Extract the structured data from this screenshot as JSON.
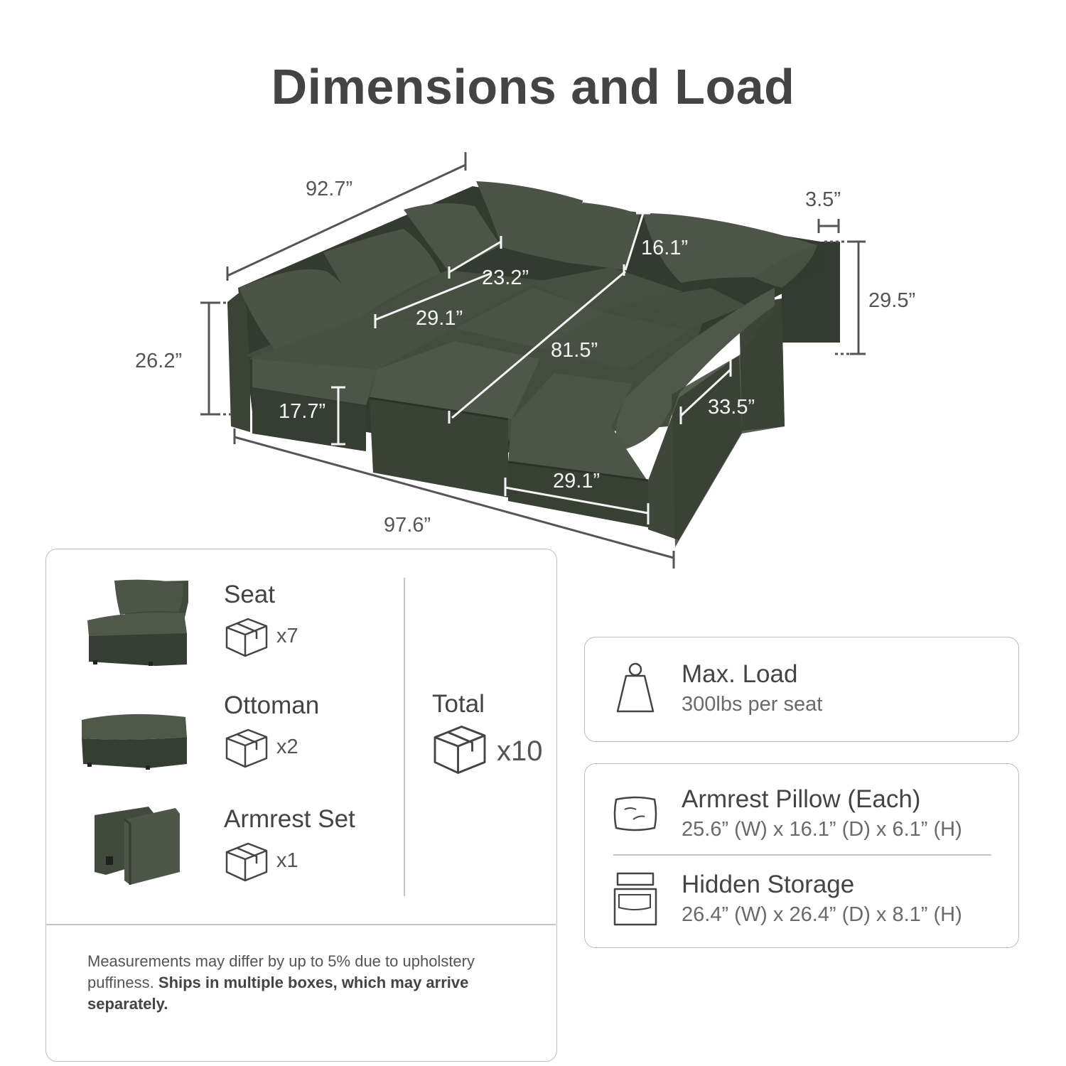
{
  "title": "Dimensions and Load",
  "colors": {
    "sofa": "#3c4438",
    "sofa_dark": "#2f362c",
    "sofa_light": "#4b5446",
    "line": "#555555",
    "panel_border": "#bdbdbd"
  },
  "dimensions": {
    "overall_depth": "92.7”",
    "overall_width": "97.6”",
    "seat_height": "26.2”",
    "back_height": "29.5”",
    "arm_width": "3.5”",
    "back_cushion_height": "16.1”",
    "seat_depth_inner": "23.2”",
    "seat_width_back": "29.1”",
    "diagonal": "81.5”",
    "leg_base_height": "17.7”",
    "arm_depth": "33.5”",
    "seat_width_front": "29.1”"
  },
  "components": [
    {
      "name": "Seat",
      "qty": "x7",
      "thumb": "seat-thumbnail",
      "box_icon": "box-icon"
    },
    {
      "name": "Ottoman",
      "qty": "x2",
      "thumb": "ottoman-thumbnail",
      "box_icon": "box-icon"
    },
    {
      "name": "Armrest Set",
      "qty": "x1",
      "thumb": "armrest-thumbnail",
      "box_icon": "box-icon"
    }
  ],
  "total": {
    "label": "Total",
    "qty": "x10",
    "icon": "box-icon"
  },
  "footnote": {
    "normal": "Measurements may differ by up to 5% due to upholstery puffiness. ",
    "bold": "Ships in multiple boxes, which may arrive separately."
  },
  "load": {
    "title": "Max. Load",
    "sub": "300lbs per seat",
    "icon": "weight-icon"
  },
  "specs": [
    {
      "title": "Armrest Pillow (Each)",
      "sub": "25.6” (W) x 16.1” (D) x 6.1” (H)",
      "icon": "pillow-icon"
    },
    {
      "title": "Hidden Storage",
      "sub": "26.4” (W) x 26.4” (D) x 8.1” (H)",
      "icon": "storage-icon"
    }
  ]
}
